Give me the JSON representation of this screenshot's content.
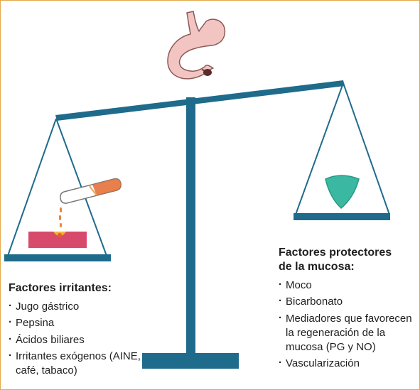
{
  "left_panel": {
    "title": "Factores irritantes:",
    "items": [
      "Jugo gástrico",
      "Pepsina",
      "Ácidos biliares",
      "Irritantes exógenos (AINE, café, tabaco)"
    ]
  },
  "right_panel": {
    "title_line1": "Factores protectores",
    "title_line2": "de la mucosa:",
    "items": [
      "Moco",
      "Bicarbonato",
      "Mediadores que favorecen la regeneración de la mucosa (PG y NO)",
      "Vascularización"
    ]
  },
  "colors": {
    "scale": "#1f6b8c",
    "frame_border": "#e4a74b",
    "stomach": "#f2c5c2",
    "mucosa": "#d84a6b",
    "shield": "#3bb8a2"
  },
  "icons": {
    "stomach": "stomach-icon",
    "test_tube": "test-tube-icon",
    "shield": "shield-icon",
    "mucosa": "mucosa-block-icon"
  }
}
